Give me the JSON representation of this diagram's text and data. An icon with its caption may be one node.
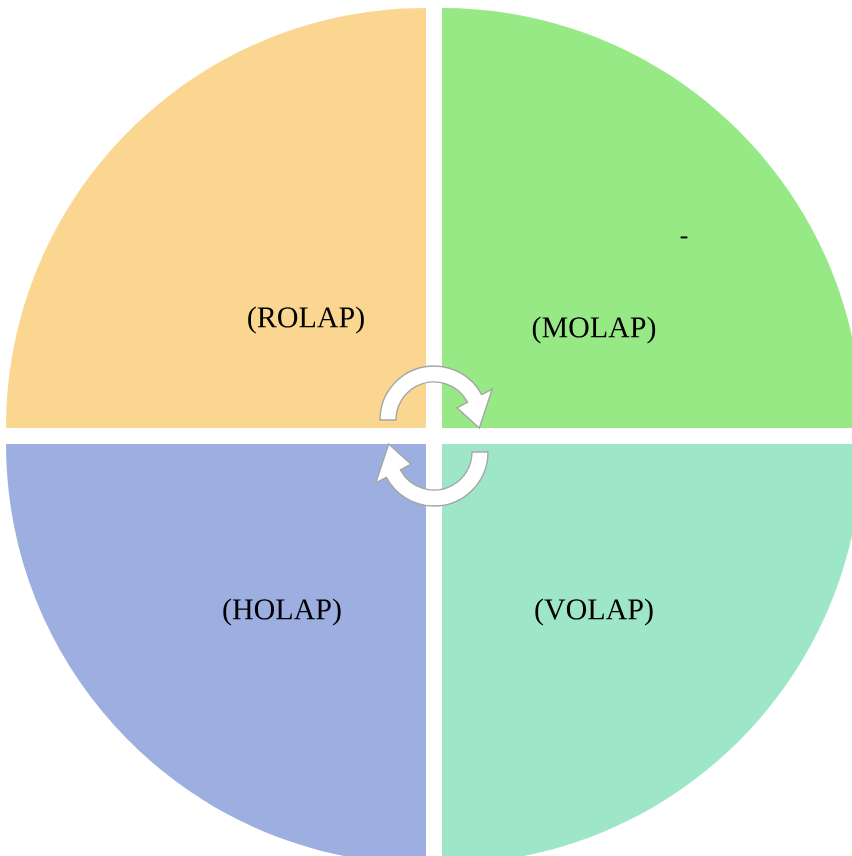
{
  "diagram": {
    "nodes": [
      {
        "text": [
          "(ROLAP)"
        ]
      },
      {
        "text": [
          "(MOLAP)"
        ]
      },
      {
        "text": [
          "(HOLAP)"
        ]
      },
      {
        "text": [
          "(VOLAP)"
        ]
      }
    ],
    "labels": [
      "-"
    ]
  }
}
